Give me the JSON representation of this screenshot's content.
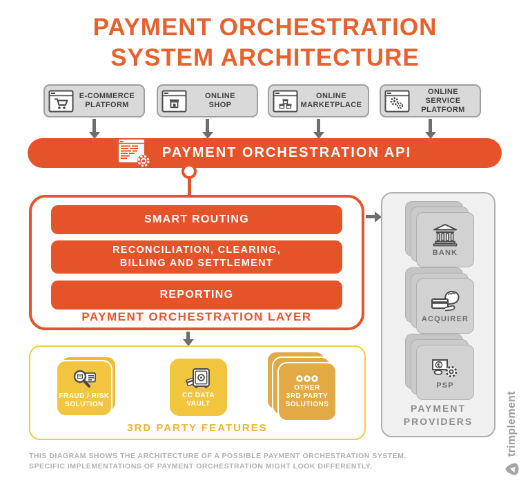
{
  "colors": {
    "accent_orange": "#E5532B",
    "title_orange": "#E8612D",
    "yellow": "#F2C53E",
    "yellow_tan": "#E2A945",
    "yellow_label": "#EFB430",
    "source_box_gray": "#D9D9D9",
    "source_border_gray": "#9E9E9E",
    "arrow_gray": "#6E6E6E",
    "provider_panel_gray": "#F0F0F0",
    "provider_card_gray": "#D2D2D2",
    "dark_text": "#3F3F3F",
    "provider_label_gray": "#8C8C8C",
    "footnote_gray": "#B1B1B1"
  },
  "title": {
    "text": "PAYMENT ORCHESTRATION\nSYSTEM ARCHITECTURE"
  },
  "sources": [
    {
      "label": "E-COMMERCE\nPLATFORM",
      "icon": "browser-cart-icon"
    },
    {
      "label": "ONLINE\nSHOP",
      "icon": "browser-storefront-icon"
    },
    {
      "label": "ONLINE\nMARKETPLACE",
      "icon": "browser-marketplace-icon"
    },
    {
      "label": "ONLINE SERVICE\nPLATFORM",
      "icon": "browser-gears-icon"
    }
  ],
  "api_bar": {
    "label": "PAYMENT ORCHESTRATION API",
    "icon": "code-window-gear-icon"
  },
  "orchestration_layer": {
    "label": "PAYMENT ORCHESTRATION LAYER",
    "modules": [
      {
        "label": "SMART ROUTING"
      },
      {
        "label": "RECONCILIATION, CLEARING,\nBILLING AND SETTLEMENT"
      },
      {
        "label": "REPORTING"
      }
    ]
  },
  "payment_providers": {
    "label": "PAYMENT\nPROVIDERS",
    "items": [
      {
        "label": "BANK",
        "icon": "bank-icon"
      },
      {
        "label": "ACQUIRER",
        "icon": "hand-card-icon"
      },
      {
        "label": "PSP",
        "icon": "euro-gear-icon"
      }
    ]
  },
  "third_party": {
    "label": "3RD PARTY FEATURES",
    "items": [
      {
        "label": "FRAUD / RISK\nSOLUTION",
        "icon": "magnifier-card-icon"
      },
      {
        "label": "CC DATA\nVAULT",
        "icon": "vault-icon"
      },
      {
        "label": "OTHER\n3RD PARTY\nSOLUTIONS",
        "icon": "ellipsis-icon"
      }
    ]
  },
  "footnote": {
    "text": "THIS DIAGRAM SHOWS THE ARCHITECTURE OF A POSSIBLE PAYMENT ORCHESTRATION SYSTEM.\nSPECIFIC IMPLEMENTATIONS OF PAYMENT ORCHESTRATION MIGHT LOOK DIFFERENTLY."
  },
  "branding": {
    "name": "trimplement",
    "logo_icon": "trimplement-logo-icon"
  }
}
